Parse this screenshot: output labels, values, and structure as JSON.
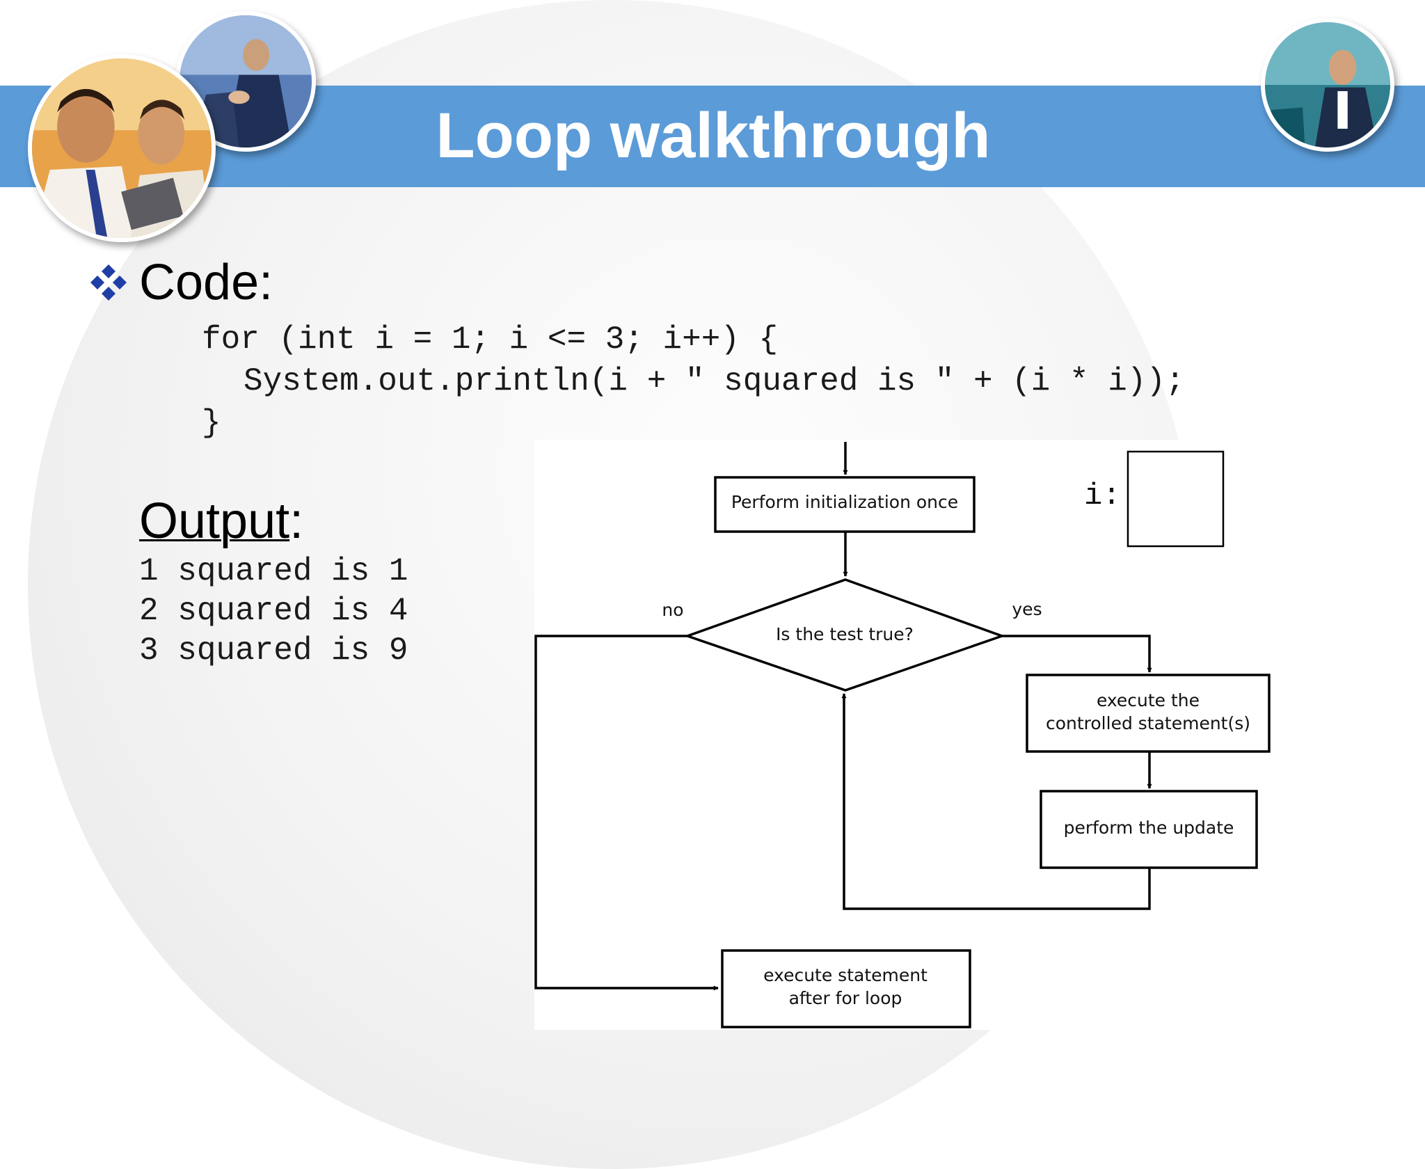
{
  "slide": {
    "title": "Loop walkthrough",
    "code_heading": "Code:",
    "code_lines": [
      "for (int i = 1; i <= 3; i++) {",
      "System.out.println(i + \" squared is \" + (i * i));",
      "}"
    ],
    "output_heading": "Output",
    "output_colon": ":",
    "output_lines": [
      "1 squared is 1",
      "2 squared is 4",
      "3 squared is 9"
    ]
  },
  "flowchart": {
    "init_label": "Perform initialization once",
    "test_label": "Is the test true?",
    "no_label": "no",
    "yes_label": "yes",
    "body_label_1": "execute the",
    "body_label_2": "controlled statement(s)",
    "update_label": "perform the update",
    "after_label_1": "execute statement",
    "after_label_2": "after for loop",
    "variable_label": "i:"
  },
  "colors": {
    "banner": "#5b9bd8",
    "bullet": "#1f3fa6"
  }
}
